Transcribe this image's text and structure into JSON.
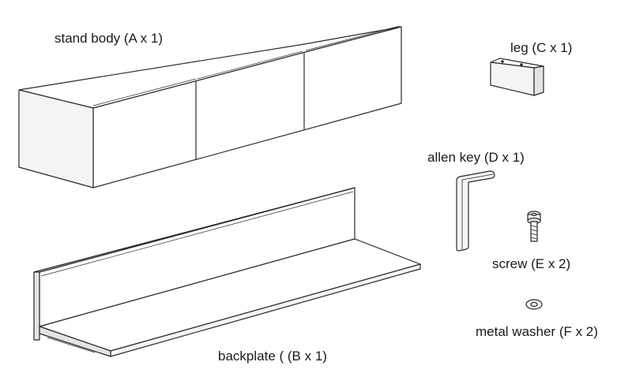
{
  "parts": {
    "stand_body": "stand body (A x 1)",
    "leg": "leg (C x 1)",
    "allen_key": "allen key (D x 1)",
    "screw": "screw (E x 2)",
    "metal_washer": "metal washer (F x 2)",
    "backplate": "backplate ( (B x 1)"
  }
}
